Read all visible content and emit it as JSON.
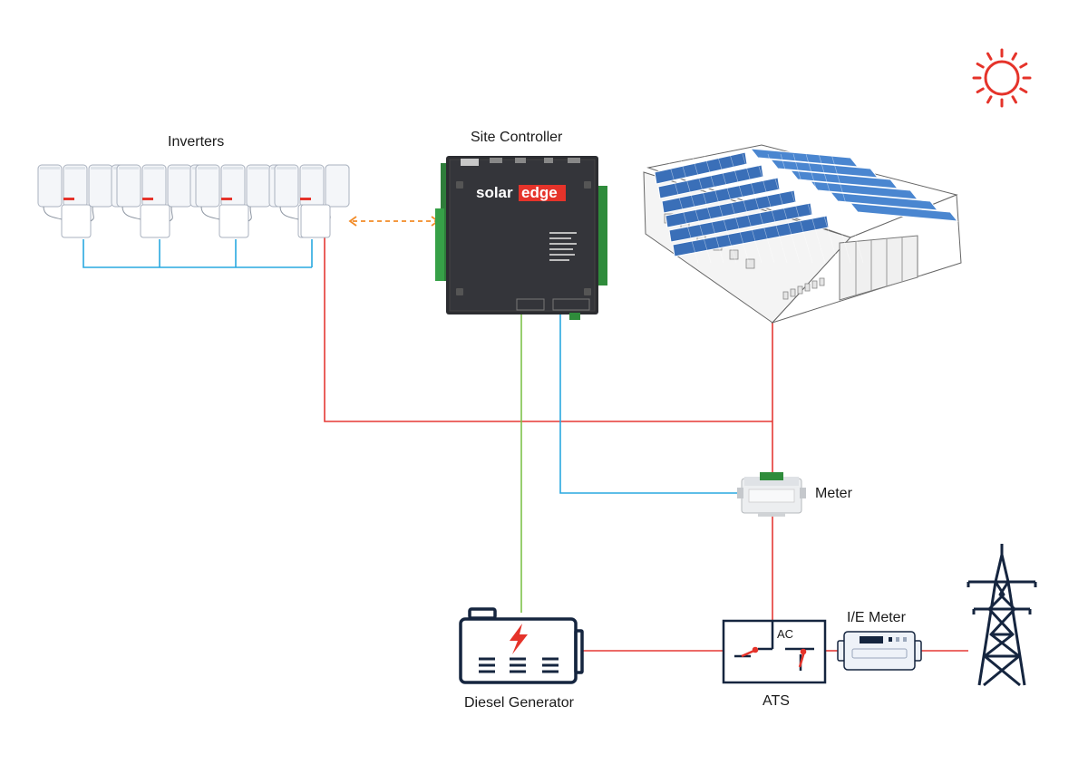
{
  "labels": {
    "inverters": "Inverters",
    "site_controller": "Site Controller",
    "meter": "Meter",
    "ie_meter": "I/E Meter",
    "diesel_generator": "Diesel Generator",
    "ats": "ATS",
    "ac": "AC"
  },
  "brand": {
    "text_left": "solar",
    "text_right": "edge",
    "accent": "#e5332a"
  },
  "icons": [
    "sun-icon",
    "lightning-bolt-icon",
    "transmission-tower-icon"
  ],
  "colors": {
    "power_line": "#e53935",
    "comm_line_blue": "#29a8e0",
    "comm_line_green": "#7dc24b",
    "wireless_link": "#f28c28",
    "icon_navy": "#15253f"
  }
}
